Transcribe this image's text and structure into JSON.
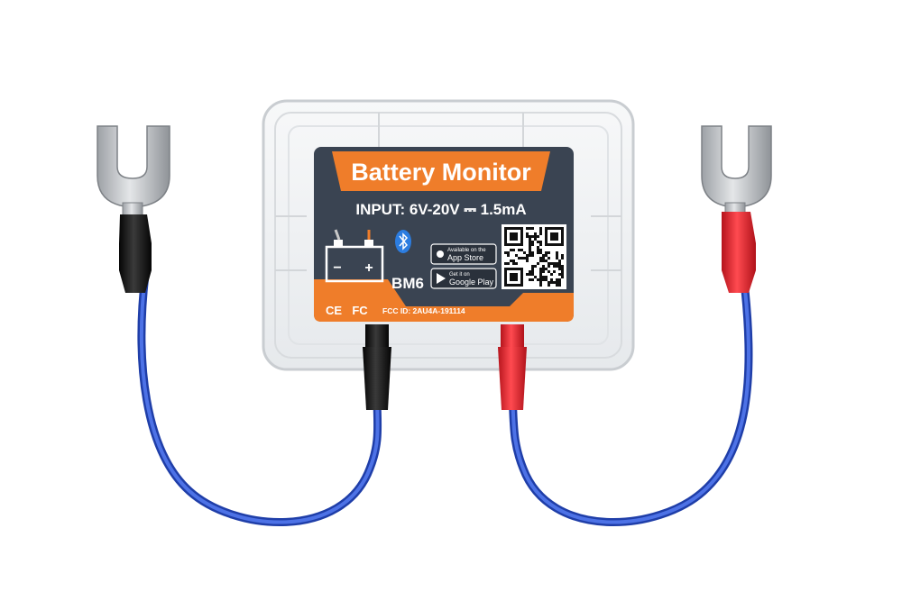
{
  "product": {
    "title": "Battery Monitor",
    "input_spec": "INPUT: 6V-20V ⎓ 1.5mA",
    "model": "BM6",
    "battery_minus": "−",
    "battery_plus": "+",
    "app_store": {
      "small": "Available on the",
      "big": "App Store"
    },
    "google_play": {
      "small": "Get it on",
      "big": "Google Play"
    },
    "ce_mark": "CE",
    "fc_mark": "FC",
    "fcc_id": "FCC ID: 2AU4A-191114"
  },
  "colors": {
    "label_bg": "#3a4452",
    "label_orange": "#ef7d2a",
    "wire_blue": "#2d4fc8",
    "boot_red": "#e0202a",
    "boot_black": "#151515",
    "terminal_metal": "#b9bcc0",
    "case_clear": "#f0f2f4"
  },
  "icons": [
    "bluetooth-icon",
    "battery-icon",
    "qr-code",
    "apple-icon",
    "google-play-icon"
  ]
}
